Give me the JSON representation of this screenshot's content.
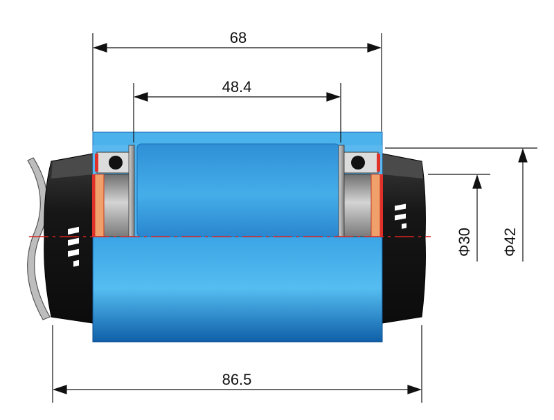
{
  "dimensions": {
    "overall_width": "68",
    "inner_width": "48.4",
    "shell_width": "86.5",
    "inner_diameter": "Φ30",
    "outer_diameter": "Φ42"
  },
  "colors": {
    "axle_light": "#5fc6f2",
    "axle_mid": "#2d92d8",
    "axle_dark": "#0f5fa8",
    "cup_black": "#141414",
    "bearing_gray": "#9a9a9a",
    "seal_red": "#e0302a",
    "centerline_red": "#d9231f"
  }
}
